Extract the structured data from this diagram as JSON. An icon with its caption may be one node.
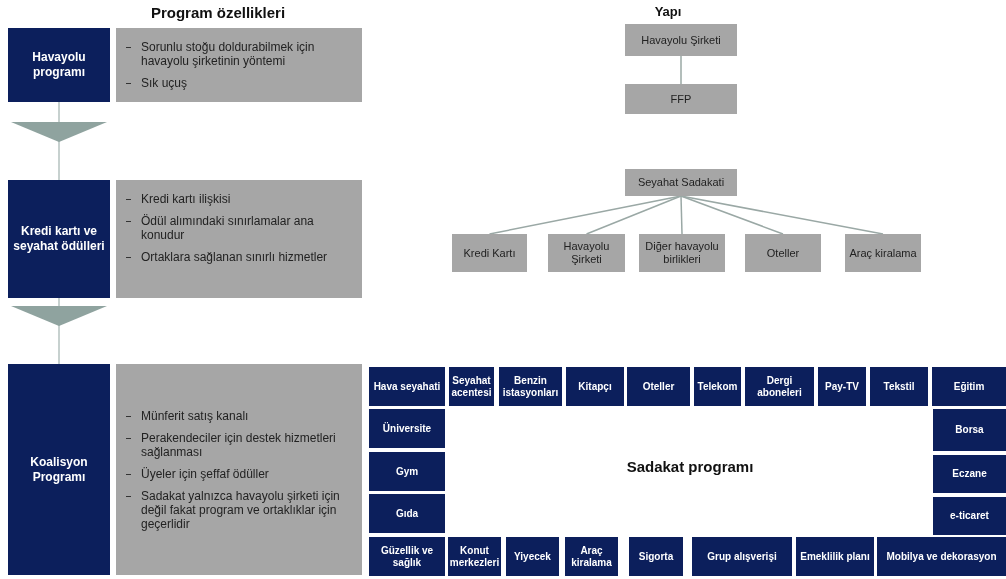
{
  "diagram": {
    "nodes": [
      {
        "text": [
          "Havayolu programı"
        ]
      },
      {
        "text": [
          "Sorunlu stoğu doldurabilmek için havayolu şirketinin yöntemi",
          "Sık uçuş"
        ]
      },
      {
        "text": [
          "Kredi kartı ve seyahat ödülleri"
        ]
      },
      {
        "text": [
          "Kredi kartı ilişkisi",
          "Ödül alımındaki sınırlamalar ana konudur",
          "Ortaklara sağlanan sınırlı hizmetler"
        ]
      },
      {
        "text": [
          "Koalisyon Programı"
        ]
      },
      {
        "text": [
          "Münferit satış kanalı",
          "Perakendeciler için destek hizmetleri sağlanması",
          "Üyeler için şeffaf ödüller",
          "Sadakat yalnızca havayolu şirketi için değil fakat program ve ortaklıklar için geçerlidir"
        ]
      },
      {
        "text": [
          "Havayolu Şirketi"
        ]
      },
      {
        "text": [
          "FFP"
        ]
      },
      {
        "text": [
          "Seyahat Sadakati"
        ]
      },
      {
        "text": [
          "Kredi Kartı"
        ]
      },
      {
        "text": [
          "Havayolu Şirketi"
        ]
      },
      {
        "text": [
          "Diğer havayolu birlikleri"
        ]
      },
      {
        "text": [
          "Oteller"
        ]
      },
      {
        "text": [
          "Araç kiralama"
        ]
      },
      {
        "text": [
          "Hava seyahati"
        ]
      },
      {
        "text": [
          "Seyahat acentesi"
        ]
      },
      {
        "text": [
          "Benzin istasyonları"
        ]
      },
      {
        "text": [
          "Kitapçı"
        ]
      },
      {
        "text": [
          "Oteller"
        ]
      },
      {
        "text": [
          "Telekom"
        ]
      },
      {
        "text": [
          "Dergi aboneleri"
        ]
      },
      {
        "text": [
          "Pay-TV"
        ]
      },
      {
        "text": [
          "Tekstil"
        ]
      },
      {
        "text": [
          "Eğitim"
        ]
      },
      {
        "text": [
          "Üniversite"
        ]
      },
      {
        "text": [
          "Borsa"
        ]
      },
      {
        "text": [
          "Gym"
        ]
      },
      {
        "text": [
          "Eczane"
        ]
      },
      {
        "text": [
          "Gıda"
        ]
      },
      {
        "text": [
          "e-ticaret"
        ]
      },
      {
        "text": [
          "Güzellik ve sağlık"
        ]
      },
      {
        "text": [
          "Konut merkezleri"
        ]
      },
      {
        "text": [
          "Yiyecek"
        ]
      },
      {
        "text": [
          "Araç kiralama"
        ]
      },
      {
        "text": [
          "Sigorta"
        ]
      },
      {
        "text": [
          "Grup alışverişi"
        ]
      },
      {
        "text": [
          "Emeklilik planı"
        ]
      },
      {
        "text": [
          "Mobilya ve dekorasyon"
        ]
      }
    ],
    "edges": [
      {
        "from": 0,
        "to": 2,
        "arrow": "to"
      },
      {
        "from": 2,
        "to": 4,
        "arrow": "to"
      },
      {
        "from": 6,
        "to": 7,
        "arrow": "none"
      },
      {
        "from": 8,
        "to": 9,
        "arrow": "none"
      },
      {
        "from": 8,
        "to": 10,
        "arrow": "none"
      },
      {
        "from": 8,
        "to": 11,
        "arrow": "none"
      },
      {
        "from": 8,
        "to": 12,
        "arrow": "none"
      },
      {
        "from": 8,
        "to": 13,
        "arrow": "none"
      }
    ],
    "labels": [
      "Program özellikleri",
      "Yapı",
      "Sadakat programı"
    ]
  }
}
